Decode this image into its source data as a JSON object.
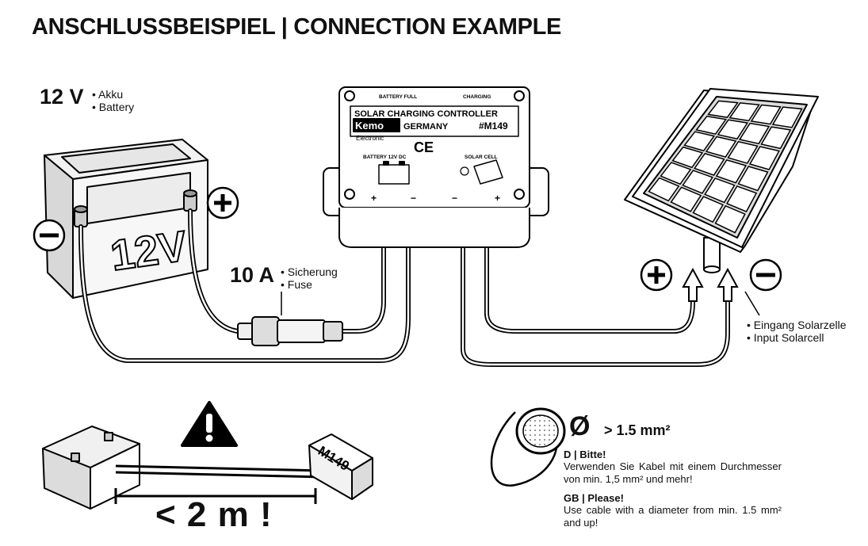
{
  "title": "ANSCHLUSSBEISPIEL | CONNECTION EXAMPLE",
  "battery": {
    "voltage": "12 V",
    "label_de": "Akku",
    "label_en": "Battery",
    "case_text": "12V",
    "plus": "+",
    "minus": "−"
  },
  "fuse": {
    "rating": "10 A",
    "label_de": "Sicherung",
    "label_en": "Fuse"
  },
  "controller": {
    "led_battery_full": "BATTERY FULL",
    "led_charging": "CHARGING",
    "name": "SOLAR CHARGING CONTROLLER",
    "brand": "Kemo",
    "brand_sub": "Electronic",
    "country": "GERMANY",
    "model": "#M149",
    "marks": "CE",
    "battery_terminal": "BATTERY 12V DC",
    "solar_terminal": "SOLAR CELL",
    "plus": "+",
    "minus": "−"
  },
  "solar": {
    "label_de": "Eingang Solarzelle",
    "label_en": "Input Solarcell",
    "plus": "+",
    "minus": "−"
  },
  "warning": {
    "module_label": "M149",
    "distance": "< 2 m !"
  },
  "cable": {
    "symbol": "Ø",
    "spec": "> 1.5 mm²",
    "de_head": "D | Bitte!",
    "de_text": "Verwenden Sie Kabel mit einem Durchmesser von min. 1,5 mm² und mehr!",
    "gb_head": "GB | Please!",
    "gb_text": "Use cable with a diameter from min. 1.5 mm² and up!"
  }
}
